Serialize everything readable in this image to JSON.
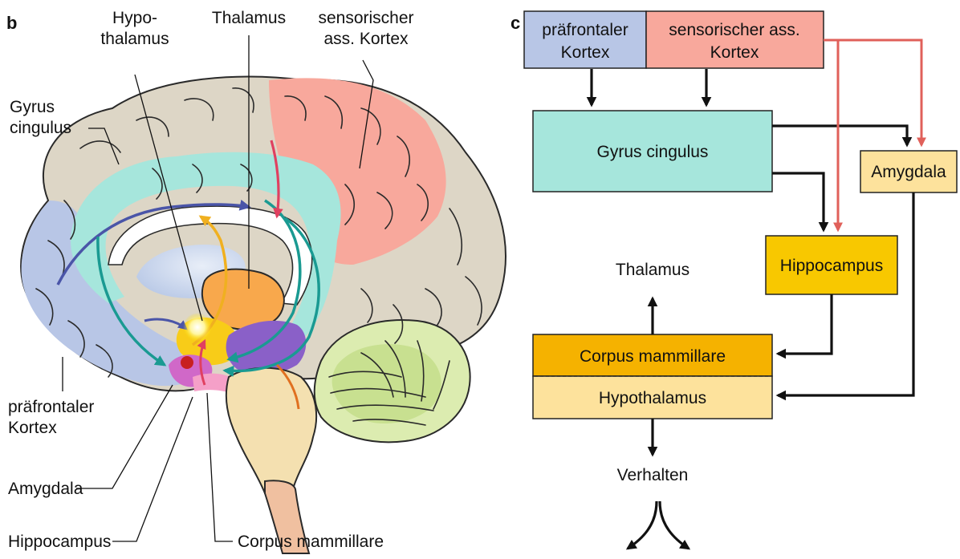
{
  "panel_b": {
    "letter": "b",
    "labels": {
      "hypothalamus_1": "Hypo-",
      "hypothalamus_2": "thalamus",
      "thalamus": "Thalamus",
      "sensory_1": "sensorischer",
      "sensory_2": "ass. Kortex",
      "cingulate_1": "Gyrus",
      "cingulate_2": "cingulus",
      "prefrontal_1": "präfrontaler",
      "prefrontal_2": "Kortex",
      "amygdala": "Amygdala",
      "hippocampus": "Hippocampus",
      "mammillary": "Corpus mammillare"
    }
  },
  "panel_c": {
    "letter": "c",
    "boxes": {
      "prefrontal_1": "präfrontaler",
      "prefrontal_2": "Kortex",
      "sensory_1": "sensorischer ass.",
      "sensory_2": "Kortex",
      "cingulate": "Gyrus cingulus",
      "amygdala": "Amygdala",
      "hippocampus": "Hippocampus",
      "mammillary": "Corpus mammillare",
      "hypothalamus": "Hypothalamus"
    },
    "thalamus": "Thalamus",
    "behavior": "Verhalten"
  },
  "colors": {
    "prefrontal": "#b8c6e6",
    "sensory": "#f8a89c",
    "cingulate": "#a6e6dc",
    "amygdala": "#fde29c",
    "hippocampus": "#f8c800",
    "mammillary": "#f5b200",
    "hypothalamus": "#fde29c",
    "red_arrow": "#e0605a"
  }
}
